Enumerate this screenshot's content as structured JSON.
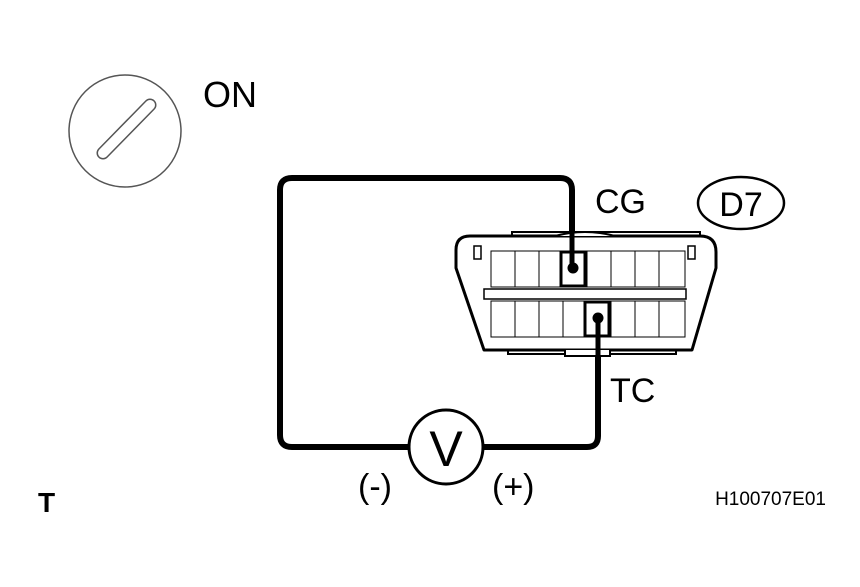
{
  "ignition": {
    "position_label": "ON"
  },
  "connector": {
    "id": "D7",
    "terminal_upper": "CG",
    "terminal_lower": "TC"
  },
  "meter": {
    "symbol": "V",
    "negative_label": "(-)",
    "positive_label": "(+)"
  },
  "corner_mark": "T",
  "figure_code": "H100707E01",
  "colors": {
    "stroke": "#000000",
    "background": "#ffffff",
    "ignition_outline": "#555555"
  }
}
